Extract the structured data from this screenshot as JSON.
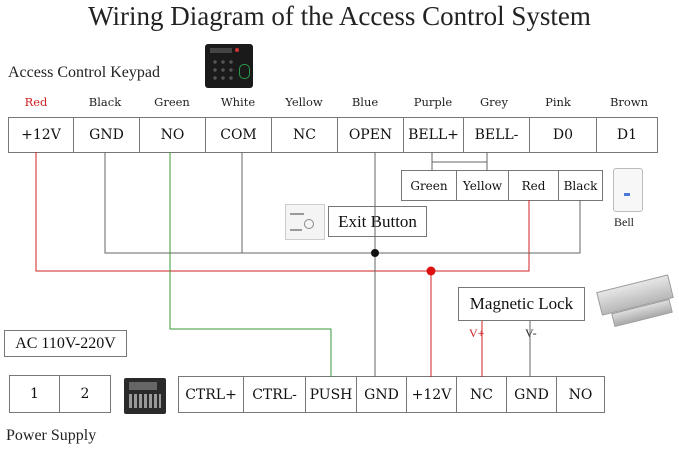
{
  "title": "Wiring Diagram of the Access Control System",
  "keypad": {
    "label": "Access Control Keypad",
    "wire_colors": [
      {
        "name": "Red",
        "hex": "#cc2222"
      },
      {
        "name": "Black",
        "hex": "#222222"
      },
      {
        "name": "Green",
        "hex": "#222222"
      },
      {
        "name": "White",
        "hex": "#222222"
      },
      {
        "name": "Yellow",
        "hex": "#222222"
      },
      {
        "name": "Blue",
        "hex": "#222222"
      },
      {
        "name": "Purple",
        "hex": "#222222"
      },
      {
        "name": "Grey",
        "hex": "#222222"
      },
      {
        "name": "Pink",
        "hex": "#222222"
      },
      {
        "name": "Brown",
        "hex": "#222222"
      }
    ],
    "terminals": [
      "+12V",
      "GND",
      "NO",
      "COM",
      "NC",
      "OPEN",
      "BELL+",
      "BELL-",
      "D0",
      "D1"
    ]
  },
  "bell_connector": {
    "terminals": [
      "Green",
      "Yellow",
      "Red",
      "Black"
    ]
  },
  "bell": {
    "label": "Bell"
  },
  "exit_button": {
    "label": "Exit Button"
  },
  "magnetic_lock": {
    "label": "Magnetic Lock",
    "v_plus": "V+",
    "v_minus": "V-"
  },
  "power_supply": {
    "input_label": "AC 110V-220V",
    "input_terminals": [
      "1",
      "2"
    ],
    "label": "Power Supply",
    "terminals": [
      "CTRL+",
      "CTRL-",
      "PUSH",
      "GND",
      "+12V",
      "NC",
      "GND",
      "NO"
    ]
  },
  "colors": {
    "wire_red": "#cc2222",
    "wire_green": "#3a9a3a",
    "wire_gray": "#666666",
    "junction_red": "#dd1111",
    "junction_black": "#111111"
  }
}
